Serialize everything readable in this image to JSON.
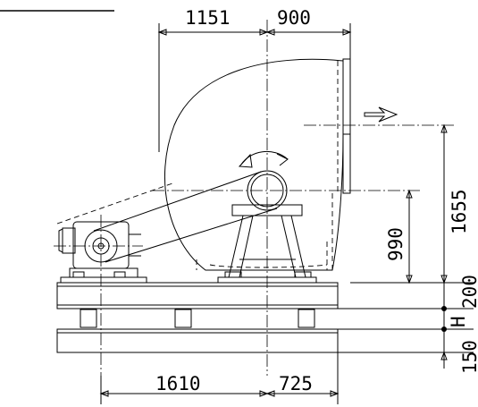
{
  "drawing": {
    "dimensions": {
      "top_left": "1151",
      "top_right": "900",
      "bottom_left": "1610",
      "bottom_right": "725",
      "right_outer": "1655",
      "right_inner": "990",
      "right_base_top": "200",
      "right_base_mid": "H",
      "right_base_bottom": "150"
    }
  }
}
